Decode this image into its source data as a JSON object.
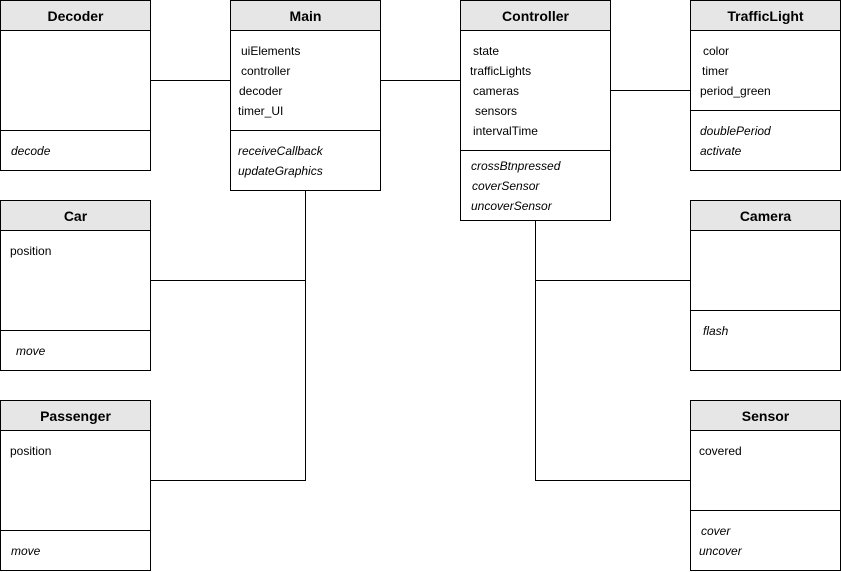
{
  "classes": {
    "decoder": {
      "name": "Decoder",
      "attributes": [],
      "operations": [
        "decode"
      ]
    },
    "main": {
      "name": "Main",
      "attributes": [
        "uiElements",
        "controller",
        "decoder",
        "timer_UI"
      ],
      "operations": [
        "receiveCallback",
        "updateGraphics"
      ]
    },
    "controller": {
      "name": "Controller",
      "attributes": [
        "state",
        "trafficLights",
        "cameras",
        "sensors",
        "intervalTime"
      ],
      "operations": [
        "crossBtnpressed",
        "coverSensor",
        "uncoverSensor"
      ]
    },
    "traffic_light": {
      "name": "TrafficLight",
      "attributes": [
        "color",
        "timer",
        "period_green"
      ],
      "operations": [
        "doublePeriod",
        "activate"
      ]
    },
    "car": {
      "name": "Car",
      "attributes": [
        "position"
      ],
      "operations": [
        "move"
      ]
    },
    "camera": {
      "name": "Camera",
      "attributes": [],
      "operations": [
        "flash"
      ]
    },
    "passenger": {
      "name": "Passenger",
      "attributes": [
        "position"
      ],
      "operations": [
        "move"
      ]
    },
    "sensor": {
      "name": "Sensor",
      "attributes": [
        "covered"
      ],
      "operations": [
        "cover",
        "uncover"
      ]
    }
  }
}
